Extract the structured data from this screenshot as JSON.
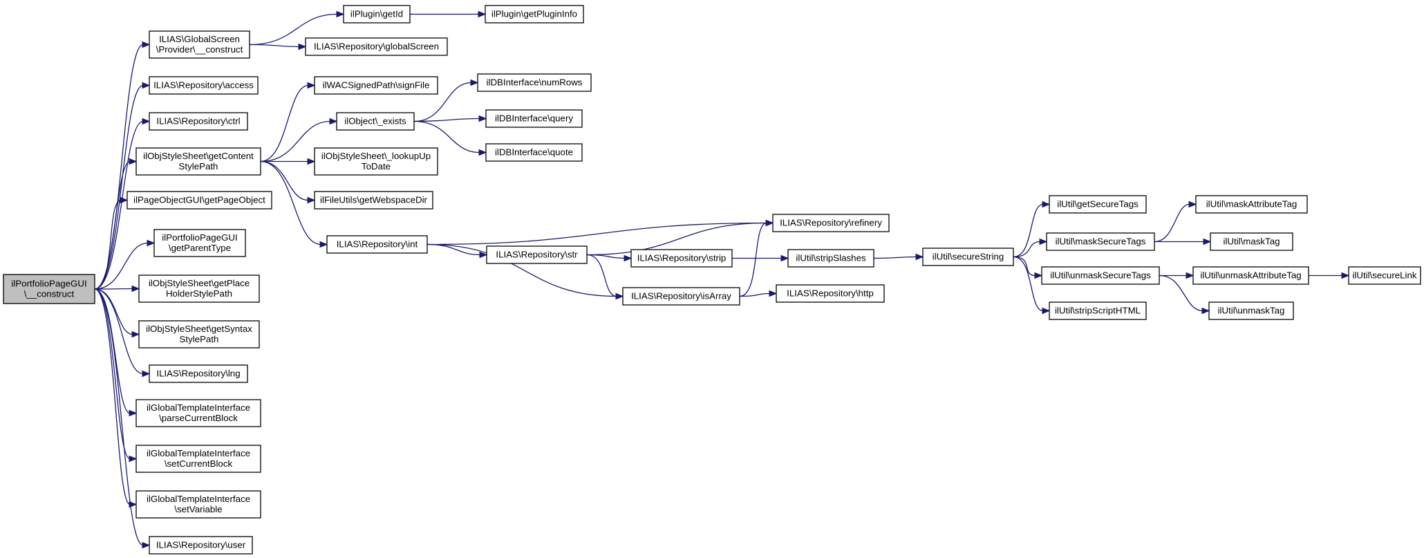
{
  "graph": {
    "nodes": [
      {
        "id": "root",
        "lines": [
          "ilPortfolioPageGUI",
          "\\__construct"
        ],
        "root": true
      },
      {
        "id": "gs_provider",
        "lines": [
          "ILIAS\\GlobalScreen",
          "\\Provider\\__construct"
        ]
      },
      {
        "id": "repo_access",
        "lines": [
          "ILIAS\\Repository\\access"
        ]
      },
      {
        "id": "repo_ctrl",
        "lines": [
          "ILIAS\\Repository\\ctrl"
        ]
      },
      {
        "id": "getcontentstylepath",
        "lines": [
          "ilObjStyleSheet\\getContent",
          "StylePath"
        ]
      },
      {
        "id": "getpageobject",
        "lines": [
          "ilPageObjectGUI\\getPageObject"
        ]
      },
      {
        "id": "getparenttype",
        "lines": [
          "ilPortfolioPageGUI",
          "\\getParentType"
        ]
      },
      {
        "id": "getplaceholder",
        "lines": [
          "ilObjStyleSheet\\getPlace",
          "HolderStylePath"
        ]
      },
      {
        "id": "getsyntax",
        "lines": [
          "ilObjStyleSheet\\getSyntax",
          "StylePath"
        ]
      },
      {
        "id": "repo_lng",
        "lines": [
          "ILIAS\\Repository\\lng"
        ]
      },
      {
        "id": "parsecurrentblock",
        "lines": [
          "ilGlobalTemplateInterface",
          "\\parseCurrentBlock"
        ]
      },
      {
        "id": "setcurrentblock",
        "lines": [
          "ilGlobalTemplateInterface",
          "\\setCurrentBlock"
        ]
      },
      {
        "id": "setvariable",
        "lines": [
          "ilGlobalTemplateInterface",
          "\\setVariable"
        ]
      },
      {
        "id": "repo_user",
        "lines": [
          "ILIAS\\Repository\\user"
        ]
      },
      {
        "id": "plugin_getid",
        "lines": [
          "ilPlugin\\getId"
        ]
      },
      {
        "id": "plugin_getinfo",
        "lines": [
          "ilPlugin\\getPluginInfo"
        ]
      },
      {
        "id": "repo_globalscreen",
        "lines": [
          "ILIAS\\Repository\\globalScreen"
        ]
      },
      {
        "id": "wac_signfile",
        "lines": [
          "ilWACSignedPath\\signFile"
        ]
      },
      {
        "id": "obj_exists",
        "lines": [
          "ilObject\\_exists"
        ]
      },
      {
        "id": "lookupuptodate",
        "lines": [
          "ilObjStyleSheet\\_lookupUp",
          "ToDate"
        ]
      },
      {
        "id": "getwebspacedir",
        "lines": [
          "ilFileUtils\\getWebspaceDir"
        ]
      },
      {
        "id": "repo_int",
        "lines": [
          "ILIAS\\Repository\\int"
        ]
      },
      {
        "id": "db_numrows",
        "lines": [
          "ilDBInterface\\numRows"
        ]
      },
      {
        "id": "db_query",
        "lines": [
          "ilDBInterface\\query"
        ]
      },
      {
        "id": "db_quote",
        "lines": [
          "ilDBInterface\\quote"
        ]
      },
      {
        "id": "repo_refinery",
        "lines": [
          "ILIAS\\Repository\\refinery"
        ]
      },
      {
        "id": "repo_str",
        "lines": [
          "ILIAS\\Repository\\str"
        ]
      },
      {
        "id": "repo_strip",
        "lines": [
          "ILIAS\\Repository\\strip"
        ]
      },
      {
        "id": "repo_isarray",
        "lines": [
          "ILIAS\\Repository\\isArray"
        ]
      },
      {
        "id": "stripslashes",
        "lines": [
          "ilUtil\\stripSlashes"
        ]
      },
      {
        "id": "repo_http",
        "lines": [
          "ILIAS\\Repository\\http"
        ]
      },
      {
        "id": "securestring",
        "lines": [
          "ilUtil\\secureString"
        ]
      },
      {
        "id": "getsecuretags",
        "lines": [
          "ilUtil\\getSecureTags"
        ]
      },
      {
        "id": "masksecuretags",
        "lines": [
          "ilUtil\\maskSecureTags"
        ]
      },
      {
        "id": "unmasksecuretags",
        "lines": [
          "ilUtil\\unmaskSecureTags"
        ]
      },
      {
        "id": "stripscripthtml",
        "lines": [
          "ilUtil\\stripScriptHTML"
        ]
      },
      {
        "id": "maskattributetag",
        "lines": [
          "ilUtil\\maskAttributeTag"
        ]
      },
      {
        "id": "masktag",
        "lines": [
          "ilUtil\\maskTag"
        ]
      },
      {
        "id": "unmaskattributetag",
        "lines": [
          "ilUtil\\unmaskAttributeTag"
        ]
      },
      {
        "id": "unmasktag",
        "lines": [
          "ilUtil\\unmaskTag"
        ]
      },
      {
        "id": "securelink",
        "lines": [
          "ilUtil\\secureLink"
        ]
      }
    ],
    "edges": [
      {
        "from": "root",
        "to": "gs_provider"
      },
      {
        "from": "root",
        "to": "repo_access"
      },
      {
        "from": "root",
        "to": "repo_ctrl"
      },
      {
        "from": "root",
        "to": "getcontentstylepath"
      },
      {
        "from": "root",
        "to": "getpageobject"
      },
      {
        "from": "root",
        "to": "getparenttype"
      },
      {
        "from": "root",
        "to": "getplaceholder"
      },
      {
        "from": "root",
        "to": "getsyntax"
      },
      {
        "from": "root",
        "to": "repo_lng"
      },
      {
        "from": "root",
        "to": "parsecurrentblock"
      },
      {
        "from": "root",
        "to": "setcurrentblock"
      },
      {
        "from": "root",
        "to": "setvariable"
      },
      {
        "from": "root",
        "to": "repo_user"
      },
      {
        "from": "gs_provider",
        "to": "plugin_getid"
      },
      {
        "from": "gs_provider",
        "to": "repo_globalscreen"
      },
      {
        "from": "plugin_getid",
        "to": "plugin_getinfo"
      },
      {
        "from": "getcontentstylepath",
        "to": "wac_signfile"
      },
      {
        "from": "getcontentstylepath",
        "to": "obj_exists"
      },
      {
        "from": "getcontentstylepath",
        "to": "lookupuptodate"
      },
      {
        "from": "getcontentstylepath",
        "to": "getwebspacedir"
      },
      {
        "from": "getcontentstylepath",
        "to": "repo_int"
      },
      {
        "from": "obj_exists",
        "to": "db_numrows"
      },
      {
        "from": "obj_exists",
        "to": "db_query"
      },
      {
        "from": "obj_exists",
        "to": "db_quote"
      },
      {
        "from": "repo_int",
        "to": "repo_refinery"
      },
      {
        "from": "repo_int",
        "to": "repo_str"
      },
      {
        "from": "repo_int",
        "to": "repo_isarray"
      },
      {
        "from": "repo_str",
        "to": "repo_refinery"
      },
      {
        "from": "repo_str",
        "to": "repo_strip"
      },
      {
        "from": "repo_str",
        "to": "repo_isarray"
      },
      {
        "from": "repo_strip",
        "to": "stripslashes"
      },
      {
        "from": "repo_isarray",
        "to": "repo_refinery"
      },
      {
        "from": "repo_isarray",
        "to": "repo_http"
      },
      {
        "from": "stripslashes",
        "to": "securestring"
      },
      {
        "from": "securestring",
        "to": "getsecuretags"
      },
      {
        "from": "securestring",
        "to": "masksecuretags"
      },
      {
        "from": "securestring",
        "to": "unmasksecuretags"
      },
      {
        "from": "securestring",
        "to": "stripscripthtml"
      },
      {
        "from": "masksecuretags",
        "to": "maskattributetag"
      },
      {
        "from": "masksecuretags",
        "to": "masktag"
      },
      {
        "from": "unmasksecuretags",
        "to": "unmaskattributetag"
      },
      {
        "from": "unmasksecuretags",
        "to": "unmasktag"
      },
      {
        "from": "unmaskattributetag",
        "to": "securelink"
      }
    ]
  },
  "colors": {
    "edge": "#191970",
    "node_border": "#000000",
    "root_fill": "#bfbfbf",
    "node_fill": "#ffffff"
  }
}
